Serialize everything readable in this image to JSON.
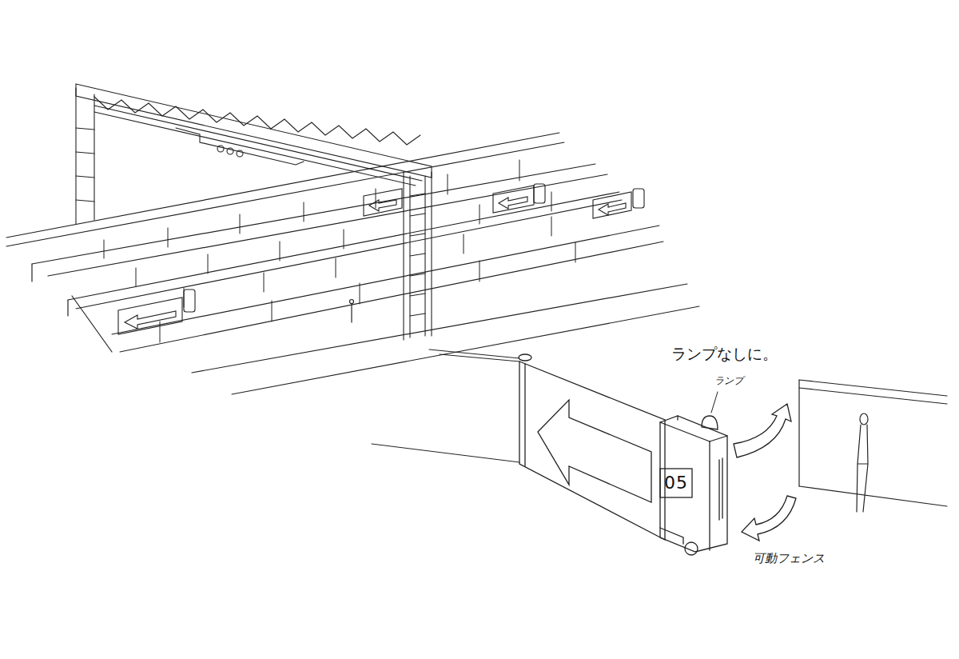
{
  "diagram": {
    "labels": [
      "ランプなしに。",
      "ランプ",
      "05",
      "可動フェンス"
    ]
  }
}
